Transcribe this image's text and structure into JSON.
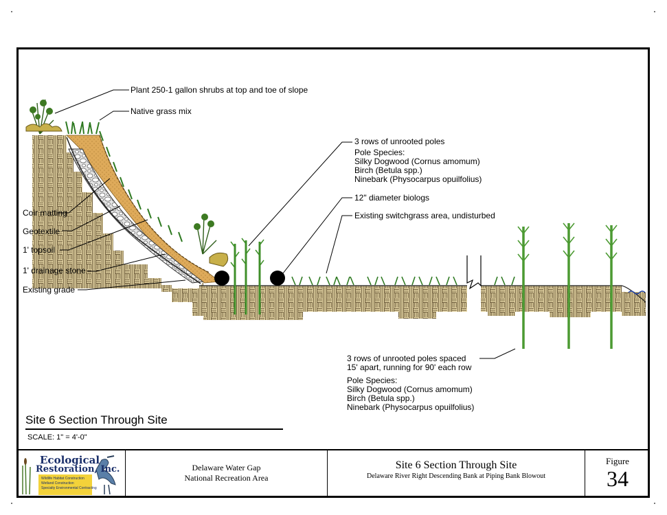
{
  "labels": {
    "plant_shrubs": "Plant 250-1 gallon shrubs at top and toe of slope",
    "native_grass": "Native grass mix",
    "coir_matting": "Coir matting",
    "geotextile": "Geotextile",
    "topsoil": "1' topsoil",
    "drainage_stone": "1' drainage stone",
    "existing_grade": "Existing grade",
    "unrooted_poles_top": {
      "title": "3 rows of unrooted poles",
      "species_heading": "Pole Species:",
      "species": [
        "Silky Dogwood (Cornus amomum)",
        "Birch (Betula spp.)",
        "Ninebark (Physocarpus opuilfolius)"
      ]
    },
    "biologs": "12\" diameter biologs",
    "switchgrass": "Existing switchgrass area, undisturbed",
    "unrooted_poles_bottom": {
      "line1": "3 rows of unrooted poles spaced",
      "line2": "15' apart, running for 90' each row",
      "species_heading": "Pole Species:",
      "species": [
        "Silky Dogwood (Cornus amomum)",
        "Birch (Betula spp.)",
        "Ninebark (Physocarpus opuilfolius)"
      ]
    }
  },
  "drawing_title": "Site 6 Section Through Site",
  "scale": "SCALE: 1\" = 4'-0\"",
  "title_block": {
    "logo": {
      "line1": "Ecological",
      "line2": "Restoration, Inc.",
      "bullets": [
        "Wildlife Habitat Construction",
        "Wetland Construction",
        "Specialty Environmental Contracting"
      ]
    },
    "project_line1": "Delaware Water Gap",
    "project_line2": "National Recreation Area",
    "sheet_title": "Site 6 Section Through Site",
    "sheet_subtitle": "Delaware River Right Descending Bank at Piping Bank Blowout",
    "figure_label": "Figure",
    "figure_number": "34"
  },
  "colors": {
    "soil": "#c9a866",
    "soil_dark": "#6b5a3a",
    "fill_tan": "#d4a85a",
    "stone": "#cfcfcf",
    "grass_green": "#3f8f2a",
    "pole_green": "#4c9a32",
    "logo_yellow": "#f3d23a",
    "water_blue": "#2244aa"
  },
  "icons": [
    "heron-icon",
    "shrub-icon",
    "biolog-icon",
    "cattail-icon"
  ]
}
